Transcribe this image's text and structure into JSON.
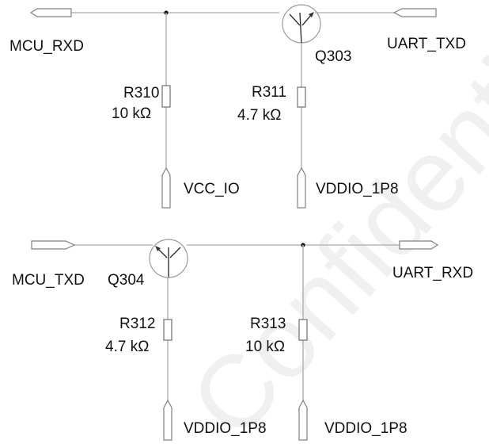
{
  "watermark": "Confidential",
  "circuit_top": {
    "input_port": "MCU_RXD",
    "output_port": "UART_TXD",
    "transistor": "Q303",
    "resistor_left": {
      "ref": "R310",
      "value": "10 kΩ",
      "supply": "VCC_IO"
    },
    "resistor_right": {
      "ref": "R311",
      "value": "4.7 kΩ",
      "supply": "VDDIO_1P8"
    }
  },
  "circuit_bottom": {
    "input_port": "MCU_TXD",
    "output_port": "UART_RXD",
    "transistor": "Q304",
    "resistor_left": {
      "ref": "R312",
      "value": "4.7 kΩ",
      "supply": "VDDIO_1P8"
    },
    "resistor_right": {
      "ref": "R313",
      "value": "10 kΩ",
      "supply": "VDDIO_1P8"
    }
  }
}
